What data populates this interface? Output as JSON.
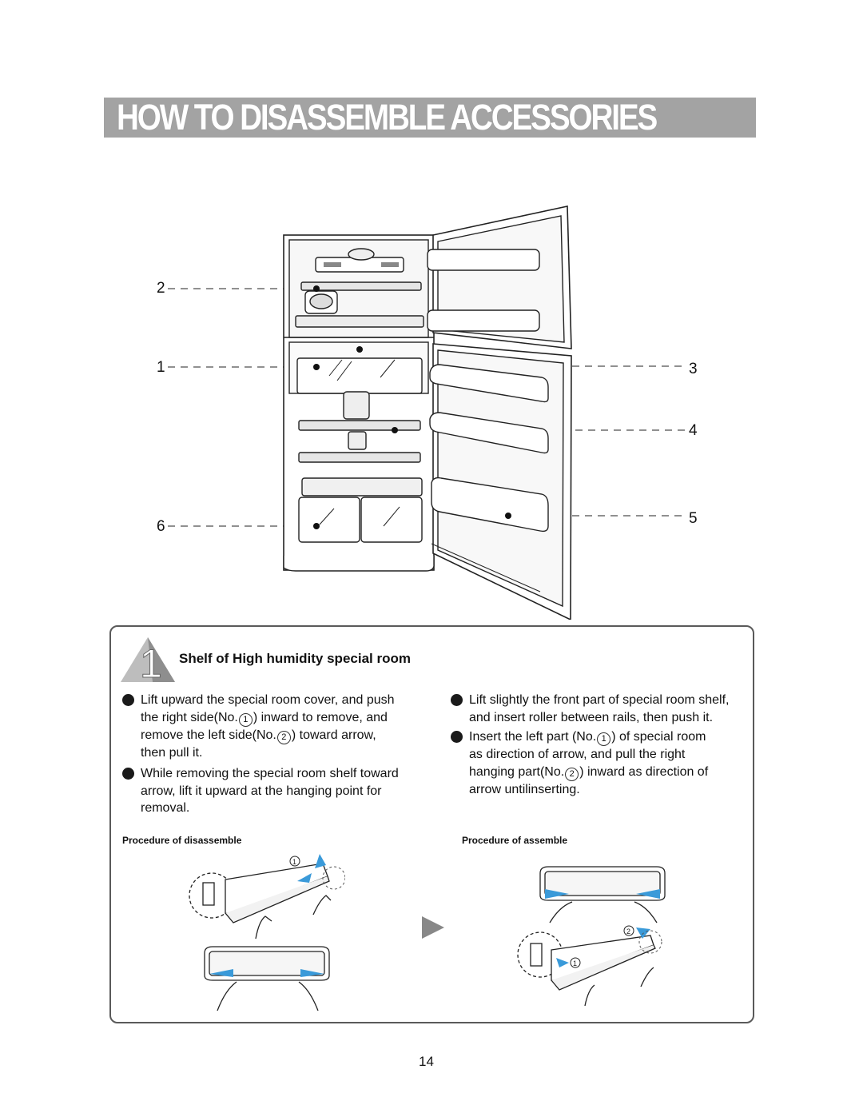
{
  "title": "HOW TO DISASSEMBLE ACCESSORIES",
  "callouts": {
    "c1": "1",
    "c2": "2",
    "c3": "3",
    "c4": "4",
    "c5": "5",
    "c6": "6"
  },
  "section": {
    "number": "1",
    "title": "Shelf of High humidity special room",
    "left": {
      "p1": {
        "a": "Lift upward the special room cover, and push",
        "b": "the right side(No.",
        "n1": "1",
        "c": ") inward to remove, and",
        "d": "remove the left side(No.",
        "n2": "2",
        "e": ") toward arrow,",
        "f": "then pull it."
      },
      "p2": {
        "a": "While removing the special room shelf toward",
        "b": "arrow, lift it upward at the hanging point for",
        "c": "removal."
      }
    },
    "right": {
      "p1": {
        "a": "Lift slightly the front part of special room shelf,",
        "b": "and insert roller between rails, then push it."
      },
      "p2": {
        "a": "Insert the left part (No.",
        "n1": "1",
        "b": ") of special room",
        "c": "as direction of arrow, and pull the right",
        "d": "hanging part(No.",
        "n2": "2",
        "e": ") inward as direction of",
        "f": "arrow untilinserting."
      }
    },
    "procedure_disassemble": "Procedure of disassemble",
    "procedure_assemble": "Procedure of assemble",
    "marker_1": "1",
    "marker_2": "2"
  },
  "page_number": "14",
  "colors": {
    "title_bar": "#a3a3a3",
    "arrow_blue": "#3a9ad9",
    "panel_border": "#5a5a5a"
  }
}
